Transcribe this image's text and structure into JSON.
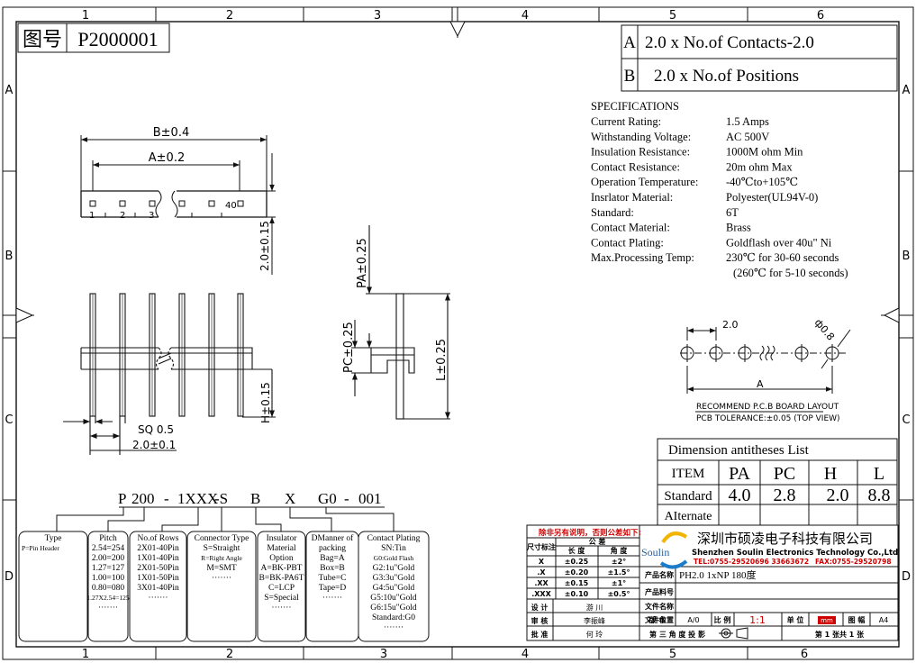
{
  "frame": {
    "col_labels": [
      "1",
      "2",
      "3",
      "4",
      "5",
      "6"
    ],
    "row_labels": [
      "A",
      "B",
      "C",
      "D"
    ]
  },
  "drawing_number": {
    "prefix": "图号",
    "code": "P2000001"
  },
  "dimension_notes": {
    "a_key": "A",
    "a_text": "2.0 x No.of Contacts-2.0",
    "b_key": "B",
    "b_text": "2.0 x No.of Positions"
  },
  "specifications": {
    "title": "SPECIFICATIONS",
    "rows": [
      {
        "label": "Current Rating:",
        "value": "1.5 Amps"
      },
      {
        "label": "Withstanding Voltage:",
        "value": "AC  500V"
      },
      {
        "label": "Insulation Resistance:",
        "value": "1000M ohm Min"
      },
      {
        "label": "Contact Resistance:",
        "value": "20m ohm Max"
      },
      {
        "label": "Operation Temperature:",
        "value": "-40℃to+105℃"
      },
      {
        "label": "Insrlator Material:",
        "value": "Polyester(UL94V-0)"
      },
      {
        "label": "Standard:",
        "value": "6T"
      },
      {
        "label": "Contact Material:",
        "value": "Brass"
      },
      {
        "label": "Contact Plating:",
        "value": "Goldflash over 40u\" Ni"
      },
      {
        "label": "Max.Processing Temp:",
        "value": "230℃ for 30-60 seconds"
      },
      {
        "label": "",
        "value": "(260℃ for  5-10 seconds)"
      }
    ]
  },
  "top_view": {
    "dim_b": "B±0.4",
    "dim_a": "A±0.2",
    "pin_labels": [
      "1",
      "2",
      "3",
      "40"
    ],
    "dim_height": "2.0±0.15"
  },
  "front_view": {
    "dim_sq": "SQ 0.5",
    "dim_pitch": "2.0±0.1",
    "dim_h": "H±0.15"
  },
  "side_view": {
    "dim_pa": "PA±0.25",
    "dim_pc": "PC±0.25",
    "dim_l": "L±0.25"
  },
  "pcb_layout": {
    "dim_pitch": "2.0",
    "dim_hole": "ф0.8",
    "dim_a": "A",
    "caption": "RECOMMEND P.C.B BOARD LAYOUT",
    "tolerance": "PCB TOLERANCE:±0.05 (TOP VIEW)"
  },
  "dimension_list": {
    "title": "Dimension antitheses List",
    "headers": [
      "ITEM",
      "PA",
      "PC",
      "H",
      "L"
    ],
    "rows": [
      {
        "cells": [
          "Standard",
          "4.0",
          "2.8",
          "2.0",
          "8.8"
        ]
      },
      {
        "cells": [
          "AIternate",
          "",
          "",
          "",
          ""
        ]
      }
    ]
  },
  "part_code": {
    "segments": [
      "P",
      "200",
      "-",
      "1XXX",
      "-S",
      "B",
      "X",
      "G0",
      "-",
      "001"
    ],
    "boxes": [
      {
        "title": "Type",
        "lines": [
          "P=Pin Header"
        ]
      },
      {
        "title": "Pitch",
        "lines": [
          "2.54=254",
          "2.00=200",
          "1.27=127",
          "1.00=100",
          "0.80=080",
          "1.27X2.54=125",
          "·······"
        ]
      },
      {
        "title": "No.of Rows",
        "lines": [
          "2X01-40Pin",
          "1X01-40Pin",
          "2X01-50Pin",
          "1X01-50Pin",
          "3X01-40Pin",
          "·······"
        ]
      },
      {
        "title": "Connector Type",
        "lines": [
          "S=Straight",
          "R=Right Angle",
          "M=SMT",
          "·······"
        ]
      },
      {
        "title": "Insulator Material Option",
        "lines": [
          "A=BK-PBT",
          "B=BK-PA6T",
          "C=LCP",
          "S=Special",
          "·······"
        ]
      },
      {
        "title": "DManner of packing",
        "lines": [
          "Bag=A",
          "Box=B",
          "Tube=C",
          "Tape=D",
          "·······"
        ]
      },
      {
        "title": "Contact Plating SN:Tin",
        "lines": [
          "G0:Gold Flash",
          "G2:1u\"Gold",
          "G3:3u\"Gold",
          "G4:5u\"Gold",
          "G5:10u\"Gold",
          "G6:15u\"Gold",
          "Standard:G0",
          "·······"
        ]
      }
    ]
  },
  "title_block": {
    "warning_line1": "除非另有说明，否则公差如下:",
    "tolerance_header": "公 差",
    "size_label": "尺寸标注",
    "col_len": "长 度",
    "col_ang": "角 度",
    "tol_rows": [
      {
        "k": "X",
        "len": "±0.25",
        "ang": "±2°"
      },
      {
        "k": ".X",
        "len": "±0.20",
        "ang": "±1.5°"
      },
      {
        "k": ".XX",
        "len": "±0.15",
        "ang": "±1°"
      },
      {
        "k": ".XXX",
        "len": "±0.10",
        "ang": "±0.5°"
      }
    ],
    "design_label": "设 计",
    "design_value": "游 川",
    "review_label": "审 核",
    "review_value": "李振峰",
    "approve_label": "批 准",
    "approve_value": "何 玲",
    "logo_text": "Soulin",
    "company_cn": "深圳市硕凌电子科技有限公司",
    "company_en": "Shenzhen Soulin Electronics Technology Co.,Ltd",
    "tel": "TEL:0755-29520696 33663672",
    "fax": "FAX:0755-29520798",
    "product_name_label": "产品名称",
    "product_name_value": "PH2.0 1xNP  180度",
    "product_no_label": "产品料号",
    "file_name_label": "文件名称",
    "file_loc_label": "文件位置",
    "version_label": "版 本",
    "version_value": "A/0",
    "scale_label": "比 例",
    "scale_value": "1:1",
    "unit_label": "单 位",
    "unit_value": "mm",
    "size_sheet_label": "图 幅",
    "size_sheet_value": "A4",
    "projection_label": "第 三 角 度 投 影",
    "sheet_text": "第 1 张共 1 张"
  }
}
